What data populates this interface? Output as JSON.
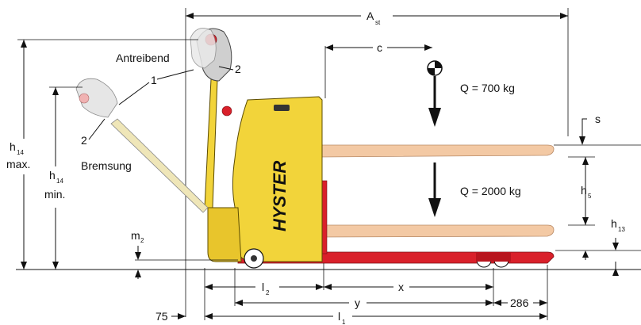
{
  "labels": {
    "a_st": "A",
    "a_st_sub": "st",
    "c": "c",
    "load_top": "Q = 700 kg",
    "load_bottom": "Q = 2000 kg",
    "s": "s",
    "h14_max": "h",
    "h14_max_sub": "14",
    "h14_max_suffix": "max.",
    "h14_min": "h",
    "h14_min_sub": "14",
    "h14_min_suffix": "min.",
    "antreibend": "Antreibend",
    "bremsung": "Bremsung",
    "callout_1": "1",
    "callout_2_left": "2",
    "callout_2_right": "2",
    "m2": "m",
    "m2_sub": "2",
    "h5": "h",
    "h5_sub": "5",
    "h13": "h",
    "h13_sub": "13",
    "l2": "l",
    "l2_sub": "2",
    "x": "x",
    "y": "y",
    "dim_286": "286",
    "dim_75": "75",
    "l1": "l",
    "l1_sub": "1",
    "brand": "HYSTER"
  },
  "colors": {
    "body": "#f2d43a",
    "chassis": "#d9202a",
    "fork": "#f3c9a4",
    "handle": "#efe6b8",
    "ink": "#111111"
  }
}
